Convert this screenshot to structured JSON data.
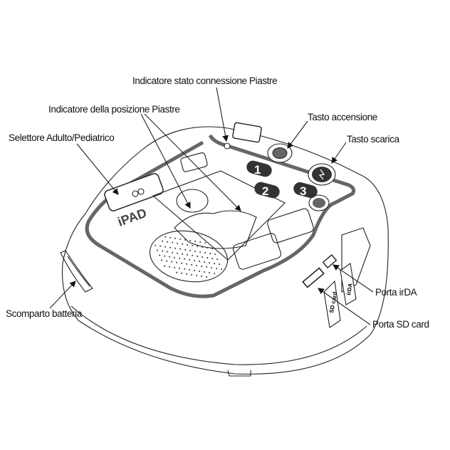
{
  "labels": {
    "pad_connection": "Indicatore stato connessione Piastre",
    "pad_position": "Indicatore della posizione Piastre",
    "adult_pediatric": "Selettore Adulto/Pediatrico",
    "power_button": "Tasto accensione",
    "shock_button": "Tasto scarica",
    "irda_port": "Porta irDA",
    "sd_port": "Porta SD card",
    "battery": "Scomparto batteria"
  },
  "device": {
    "logo": "iPAD",
    "steps": [
      "1",
      "2",
      "3"
    ],
    "sd_tag": "SD card",
    "irda_tag": "IrDA"
  }
}
